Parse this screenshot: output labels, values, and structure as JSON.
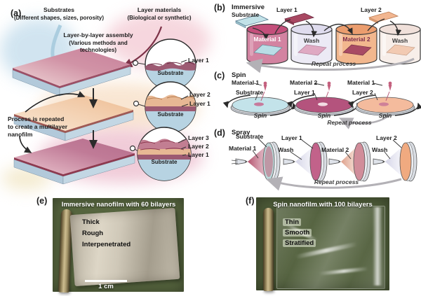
{
  "figure": {
    "a": {
      "label": "(a)",
      "substrates": {
        "title": "Substrates",
        "subtitle": "(Different shapes, sizes, porosity)"
      },
      "materials": {
        "title": "Layer materials",
        "subtitle": "(Biological or synthetic)"
      },
      "assembly": {
        "title": "Layer-by-layer assembly",
        "subtitle1": "(Various methods and",
        "subtitle2": "technologies)"
      },
      "note": {
        "line1": "Process is repeated",
        "line2": "to create a multilayer",
        "line3": "nanofilm"
      },
      "insets": [
        {
          "substrate": "Substrate",
          "layers": [
            "Layer 1"
          ]
        },
        {
          "substrate": "Substrate",
          "layers": [
            "Layer 2",
            "Layer 1"
          ]
        },
        {
          "substrate": "Substrate",
          "layers": [
            "Layer 3",
            "Layer 2",
            "Layer 1"
          ]
        }
      ]
    },
    "b": {
      "label": "(b)",
      "title": "Immersive",
      "plates": [
        "Substrate",
        "Layer 1",
        "Layer 2"
      ],
      "beakers": [
        "Material 1",
        "Wash",
        "Material 2",
        "Wash"
      ],
      "repeat": "Repeat process"
    },
    "c": {
      "label": "(c)",
      "title": "Spin",
      "stations": [
        {
          "material": "Material 1",
          "surface": "Substrate",
          "action": "Spin"
        },
        {
          "material": "Material 2",
          "surface": "Layer 1",
          "action": "Spin"
        },
        {
          "material": "Material 1",
          "surface": "Layer 2",
          "action": "Spin"
        }
      ],
      "repeat": "Repeat process"
    },
    "d": {
      "label": "(d)",
      "title": "Spray",
      "stations": [
        {
          "surface": "Substrate",
          "spray": "Material 1"
        },
        {
          "surface": "Layer 1",
          "spray": "Wash"
        },
        {
          "spray": "Material 2"
        },
        {
          "surface": "Layer 2",
          "spray": "Wash"
        }
      ],
      "repeat": "Repeat process"
    },
    "e": {
      "label": "(e)",
      "title": "Immersive nanofilm with 60 bilayers",
      "props": [
        "Thick",
        "Rough",
        "Interpenetrated"
      ],
      "scalebar": "1 cm"
    },
    "f": {
      "label": "(f)",
      "title": "Spin nanofilm with 100 bilayers",
      "props": [
        "Thin",
        "Smooth",
        "Stratified"
      ]
    }
  },
  "colors": {
    "material1": "#c2567e",
    "material2": "#efa87e",
    "wash": "#e9e7f3",
    "substrate_blue": "#bfe0e8",
    "layer1_red": "#a34a62",
    "layer2_orange": "#f0b48c",
    "layer3_rose": "#c27e92",
    "photo_bg_e": "#5a6a42",
    "photo_bg_f": "#4e5c39"
  }
}
